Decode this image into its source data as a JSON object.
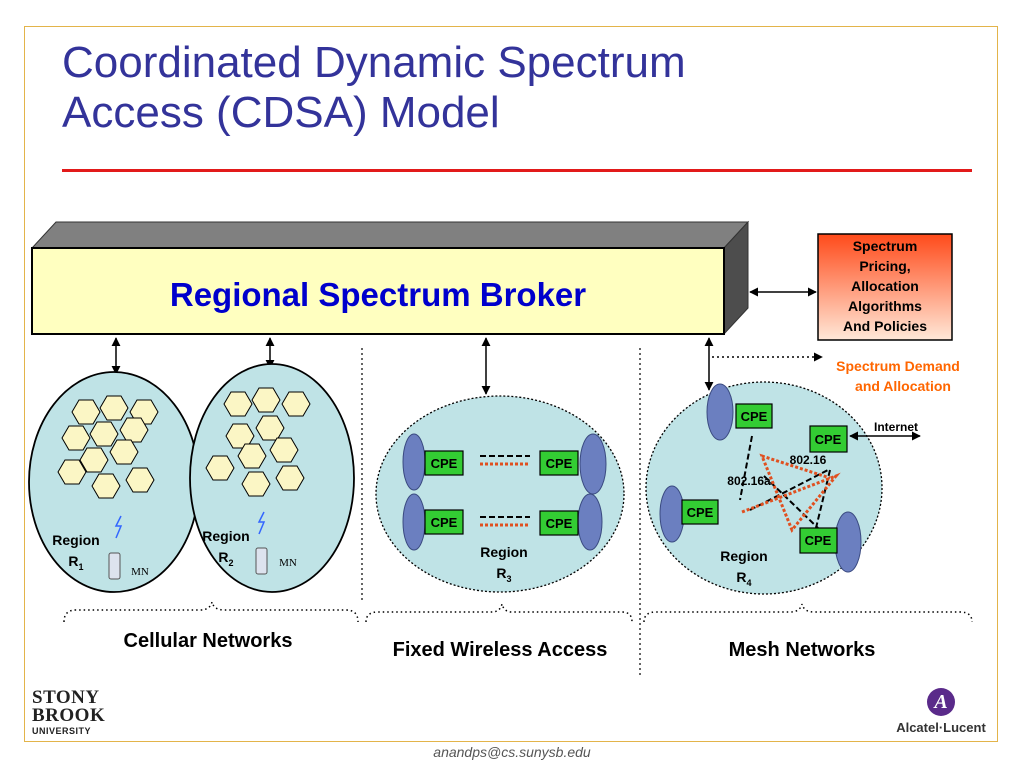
{
  "slide": {
    "title_line1": "Coordinated Dynamic Spectrum",
    "title_line2": "Access (CDSA) Model",
    "footer": "anandps@cs.sunysb.edu"
  },
  "broker": {
    "label": "Regional Spectrum Broker"
  },
  "policy_box": {
    "line1": "Spectrum",
    "line2": "Pricing,",
    "line3": "Allocation",
    "line4": "Algorithms",
    "line5": "And Policies"
  },
  "demand_note": {
    "line1": "Spectrum Demand",
    "line2": "and Allocation"
  },
  "regions": {
    "r1": {
      "label": "Region",
      "sym": "R",
      "sub": "1",
      "mn": "MN"
    },
    "r2": {
      "label": "Region",
      "sym": "R",
      "sub": "2",
      "mn": "MN"
    },
    "r3": {
      "label": "Region",
      "sym": "R",
      "sub": "3"
    },
    "r4": {
      "label": "Region",
      "sym": "R",
      "sub": "4"
    }
  },
  "cpe_label": "CPE",
  "mesh": {
    "internet": "Internet",
    "link1": "802.16",
    "link2": "802.16a"
  },
  "sections": {
    "cellular": "Cellular Networks",
    "fixed": "Fixed Wireless Access",
    "mesh": "Mesh Networks"
  },
  "logos": {
    "stony_line1": "STONY",
    "stony_line2": "BROOK",
    "stony_line3": "UNIVERSITY",
    "alcatel_mark": "A",
    "alcatel": "Alcatel·Lucent"
  },
  "colors": {
    "title": "#33339a",
    "rule": "#e21a1a",
    "broker_fill": "#ffffc0",
    "broker_text": "#0000cc",
    "region_fill": "#bfe3e6",
    "cell_fill": "#fbf6c5",
    "cpe_fill": "#33cc33",
    "antenna_fill": "#6b7fc0",
    "policy_gradient_top": "#ff4a1a",
    "policy_gradient_bottom": "#ffe8d8",
    "demand_text": "#ff6600",
    "link_red": "#e05020"
  }
}
